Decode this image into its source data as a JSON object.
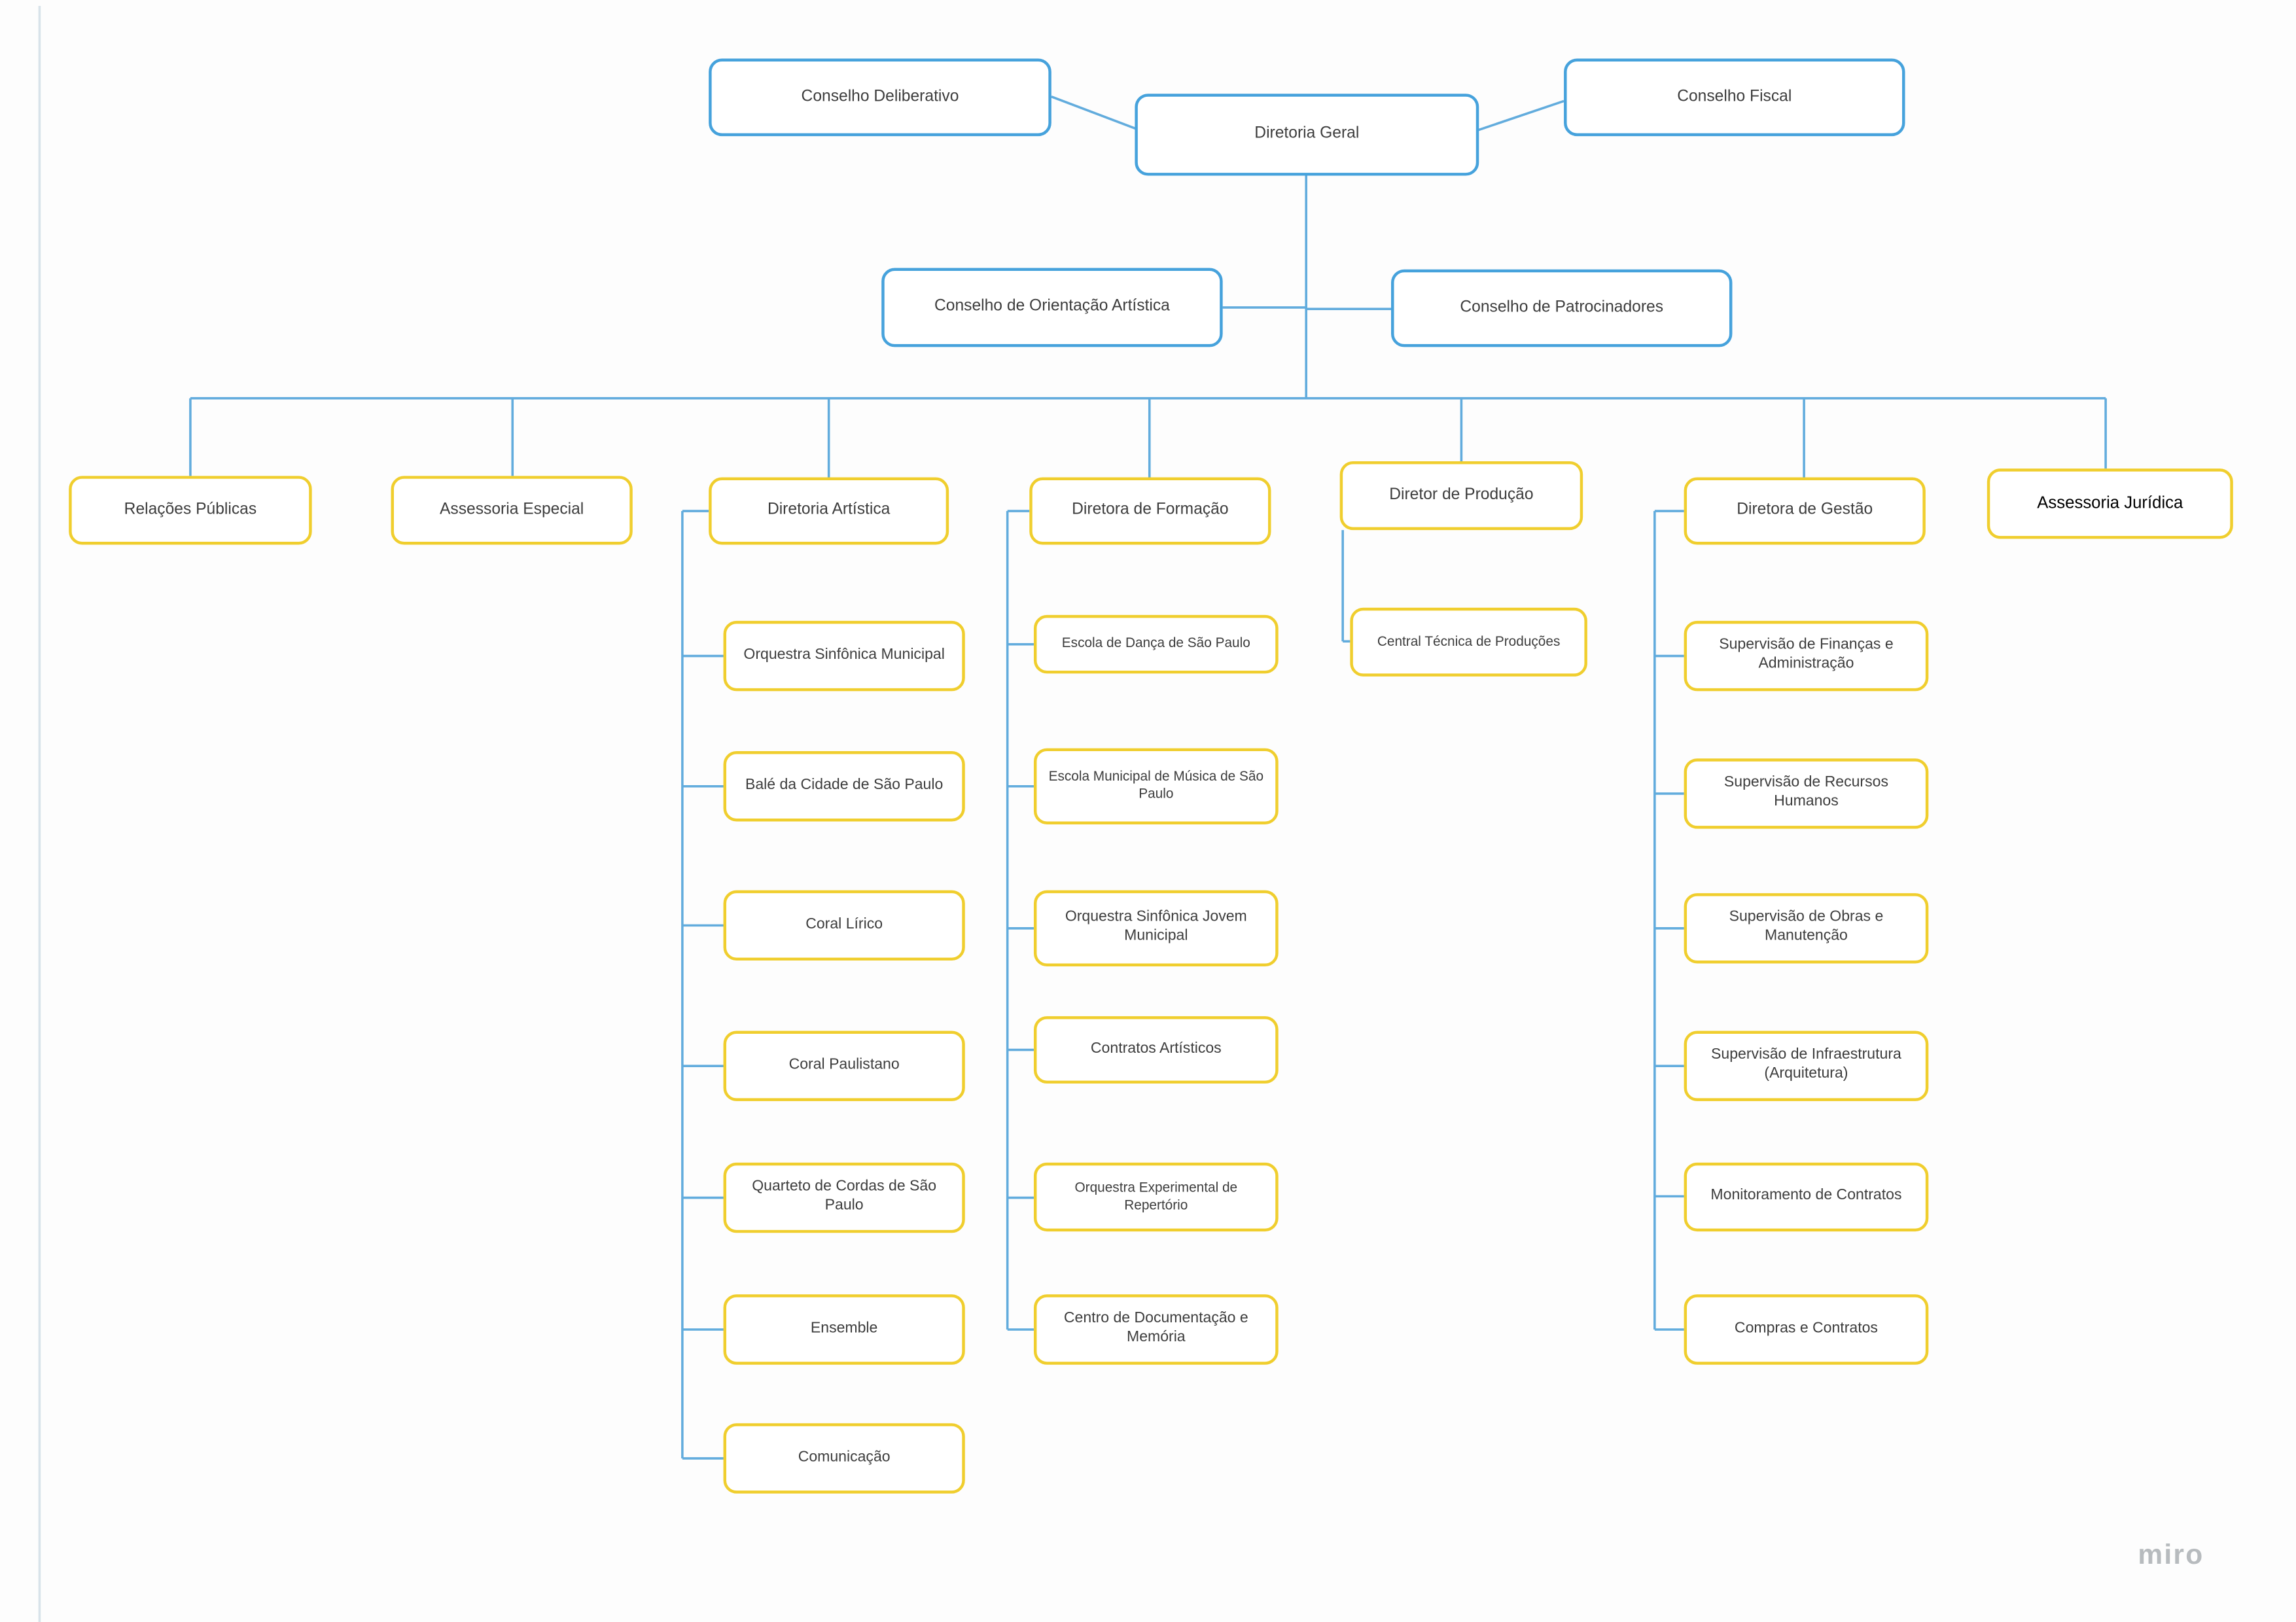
{
  "diagram": {
    "top_row": {
      "conselho_deliberativo": "Conselho Deliberativo",
      "diretoria_geral": "Diretoria Geral",
      "conselho_fiscal": "Conselho Fiscal"
    },
    "council_row": {
      "orientacao_artistica": "Conselho de Orientação Artística",
      "patrocinadores": "Conselho de Patrocinadores"
    },
    "branch_row": {
      "relacoes_publicas": "Relações Públicas",
      "assessoria_especial": "Assessoria Especial",
      "diretoria_artistica": "Diretoria Artística",
      "diretora_formacao": "Diretora de Formação",
      "diretor_producao": "Diretor de Produção",
      "diretora_gestao": "Diretora de Gestão",
      "assessoria_juridica": "Assessoria Jurídica"
    },
    "artistica_children": [
      "Orquestra Sinfônica Municipal",
      "Balé da Cidade de São Paulo",
      "Coral Lírico",
      "Coral Paulistano",
      "Quarteto de Cordas de São Paulo",
      "Ensemble",
      "Comunicação"
    ],
    "formacao_children": [
      "Escola de Dança de São Paulo",
      "Escola Municipal de Música de São Paulo",
      "Orquestra Sinfônica Jovem Municipal",
      "Contratos Artísticos",
      "Orquestra Experimental de Repertório",
      "Centro de Documentação e Memória"
    ],
    "producao_children": [
      "Central Técnica de Produções"
    ],
    "gestao_children": [
      "Supervisão de Finanças e Administração",
      "Supervisão de Recursos Humanos",
      "Supervisão de Obras e Manutenção",
      "Supervisão de Infraestrutura (Arquitetura)",
      "Monitoramento de Contratos",
      "Compras e Contratos"
    ]
  },
  "colors": {
    "blue_border": "#46a2dc",
    "yellow_border": "#f0ce2e",
    "connector": "#62acdd",
    "frame_line": "#d8e3ea",
    "watermark_gray": "#b7bbbe",
    "text": "#3d3d3d"
  },
  "watermark": "miro"
}
